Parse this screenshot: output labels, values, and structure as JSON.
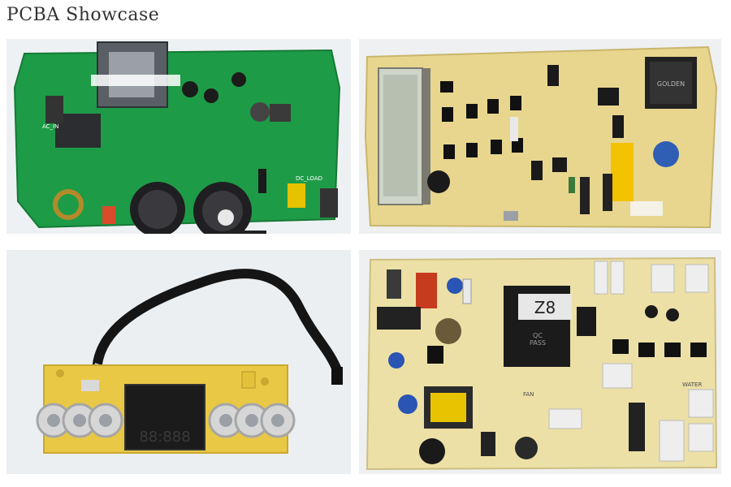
{
  "page": {
    "title": "PCBA Showcase"
  },
  "photos": [
    {
      "id": "green-power-board",
      "board_color": "#1e9b47",
      "labels": {
        "ac_in": "AC_IN",
        "dc_load": "DC_LOAD"
      }
    },
    {
      "id": "yellow-lcd-control-board",
      "board_color": "#e8d68e",
      "labels": {
        "relay_brand": "GOLDEN"
      }
    },
    {
      "id": "display-keypad-board",
      "board_color": "#e9c845",
      "labels": {
        "display_digits": "88:888"
      }
    },
    {
      "id": "z8-controller-board",
      "board_color": "#ece0a6",
      "labels": {
        "module": "Z8",
        "qc_pass": "QC\nPASS",
        "fan": "FAN",
        "water": "WATER"
      }
    }
  ],
  "colors": {
    "background": "#ffffff",
    "title": "#333333",
    "photo_backdrop": "#eceff1"
  }
}
